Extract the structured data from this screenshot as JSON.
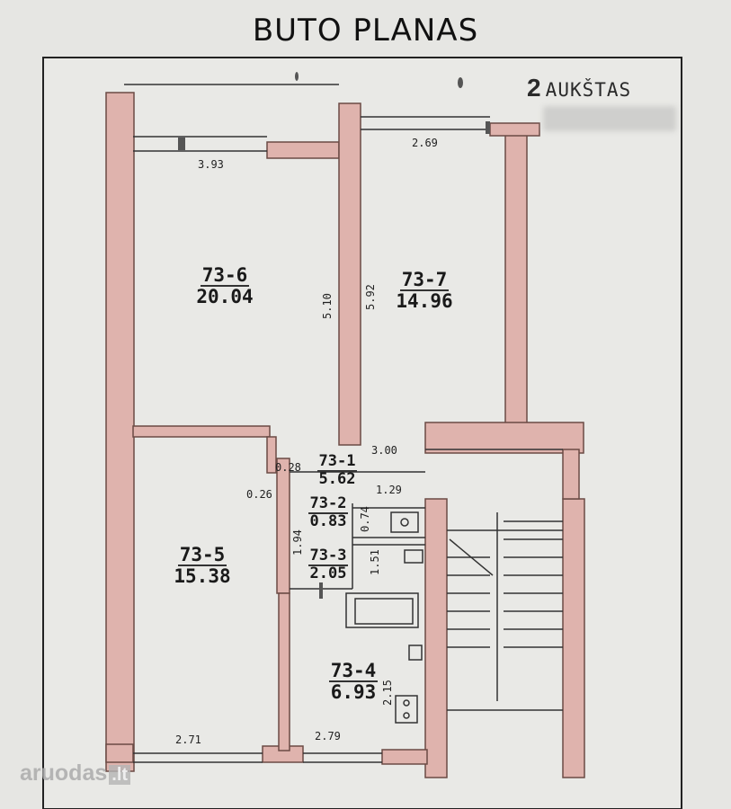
{
  "title": "BUTO PLANAS",
  "floor": {
    "number": "2",
    "label": "AUKŠTAS"
  },
  "rooms": [
    {
      "id": "73-6",
      "area": "20.04"
    },
    {
      "id": "73-7",
      "area": "14.96"
    },
    {
      "id": "73-1",
      "area": "5.62"
    },
    {
      "id": "73-2",
      "area": "0.83"
    },
    {
      "id": "73-3",
      "area": "2.05"
    },
    {
      "id": "73-5",
      "area": "15.38"
    },
    {
      "id": "73-4",
      "area": "6.93"
    }
  ],
  "dimensions": {
    "d1": "3.93",
    "d2": "2.69",
    "d3": "5.10",
    "d4": "5.92",
    "d5": "3.00",
    "d6": "0.28",
    "d7": "0.26",
    "d8": "1.29",
    "d9": "0.74",
    "d10": "1.94",
    "d11": "1.51",
    "d12": "2.15",
    "d13": "2.71",
    "d14": "2.79"
  },
  "watermark": {
    "brand": "aruodas",
    "tld": ".lt"
  },
  "colors": {
    "wall": "#dfb3ad",
    "wall_stroke": "#6b4b45",
    "paper": "#e8e8e5"
  }
}
